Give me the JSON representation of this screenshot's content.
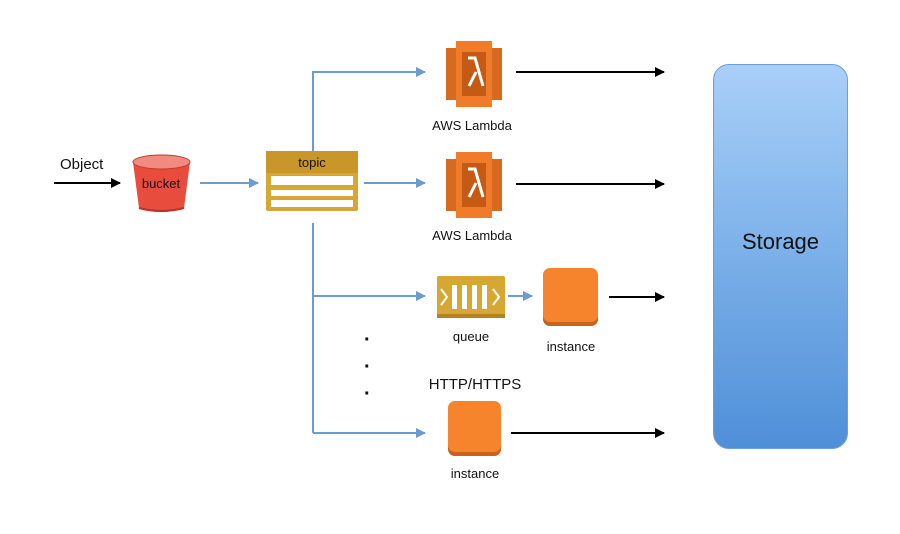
{
  "input": {
    "label": "Object"
  },
  "bucket": {
    "label": "bucket",
    "color": "#e74c3c"
  },
  "topic": {
    "label": "topic",
    "color": "#d6a732"
  },
  "lambda": {
    "label_1": "AWS Lambda",
    "label_2": "AWS Lambda",
    "color": "#f07b2a"
  },
  "queue": {
    "label": "queue",
    "color": "#d6a732"
  },
  "instance": {
    "label_1": "instance",
    "label_2": "instance",
    "color": "#f5842c"
  },
  "http": {
    "label": "HTTP/HTTPS"
  },
  "ellipsis": {
    "glyph": "·"
  },
  "storage": {
    "label": "Storage",
    "color": "#6fa8e8"
  },
  "colors": {
    "connector_blue": "#6a9bd1",
    "arrow_black": "#000000"
  }
}
